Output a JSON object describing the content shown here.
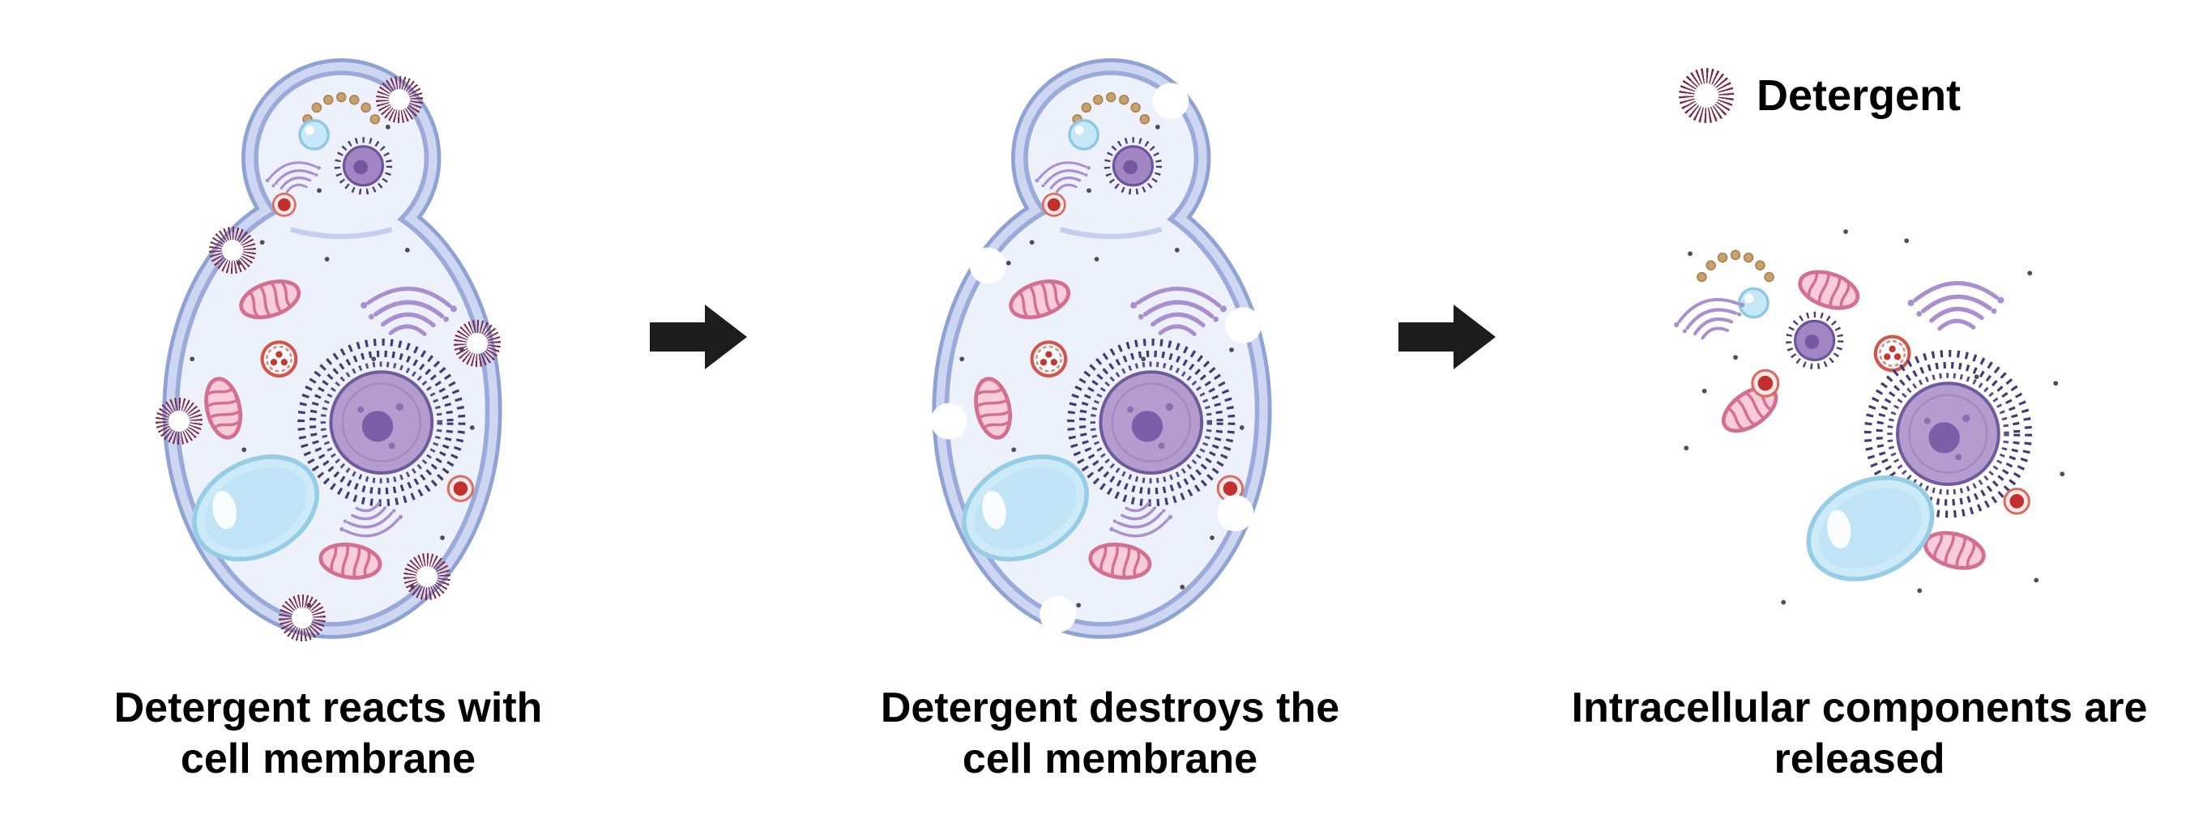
{
  "legend": {
    "label": "Detergent"
  },
  "panels": [
    {
      "caption": "Detergent reacts with cell membrane"
    },
    {
      "caption": "Detergent destroys the cell membrane"
    },
    {
      "caption": "Intracellular components are released"
    }
  ],
  "colors": {
    "detergent": "#7d2847",
    "membrane": "#8fa2d4",
    "membrane_light": "#cdd7f2",
    "cytoplasm": "#edf1fb",
    "nucleus": "#b49cce",
    "er": "#453a76",
    "vacuole": "#cdeaf8",
    "mitochondria": "#f8cdd9",
    "golgi": "#a98fd0",
    "lysosome": "#c22f2f",
    "peroxisome": "#d1574d",
    "vesicle_blue": "#c7e8f8",
    "ribosome_tan": "#c9a26b",
    "arrow": "#1c1c1c",
    "text": "#000000"
  }
}
